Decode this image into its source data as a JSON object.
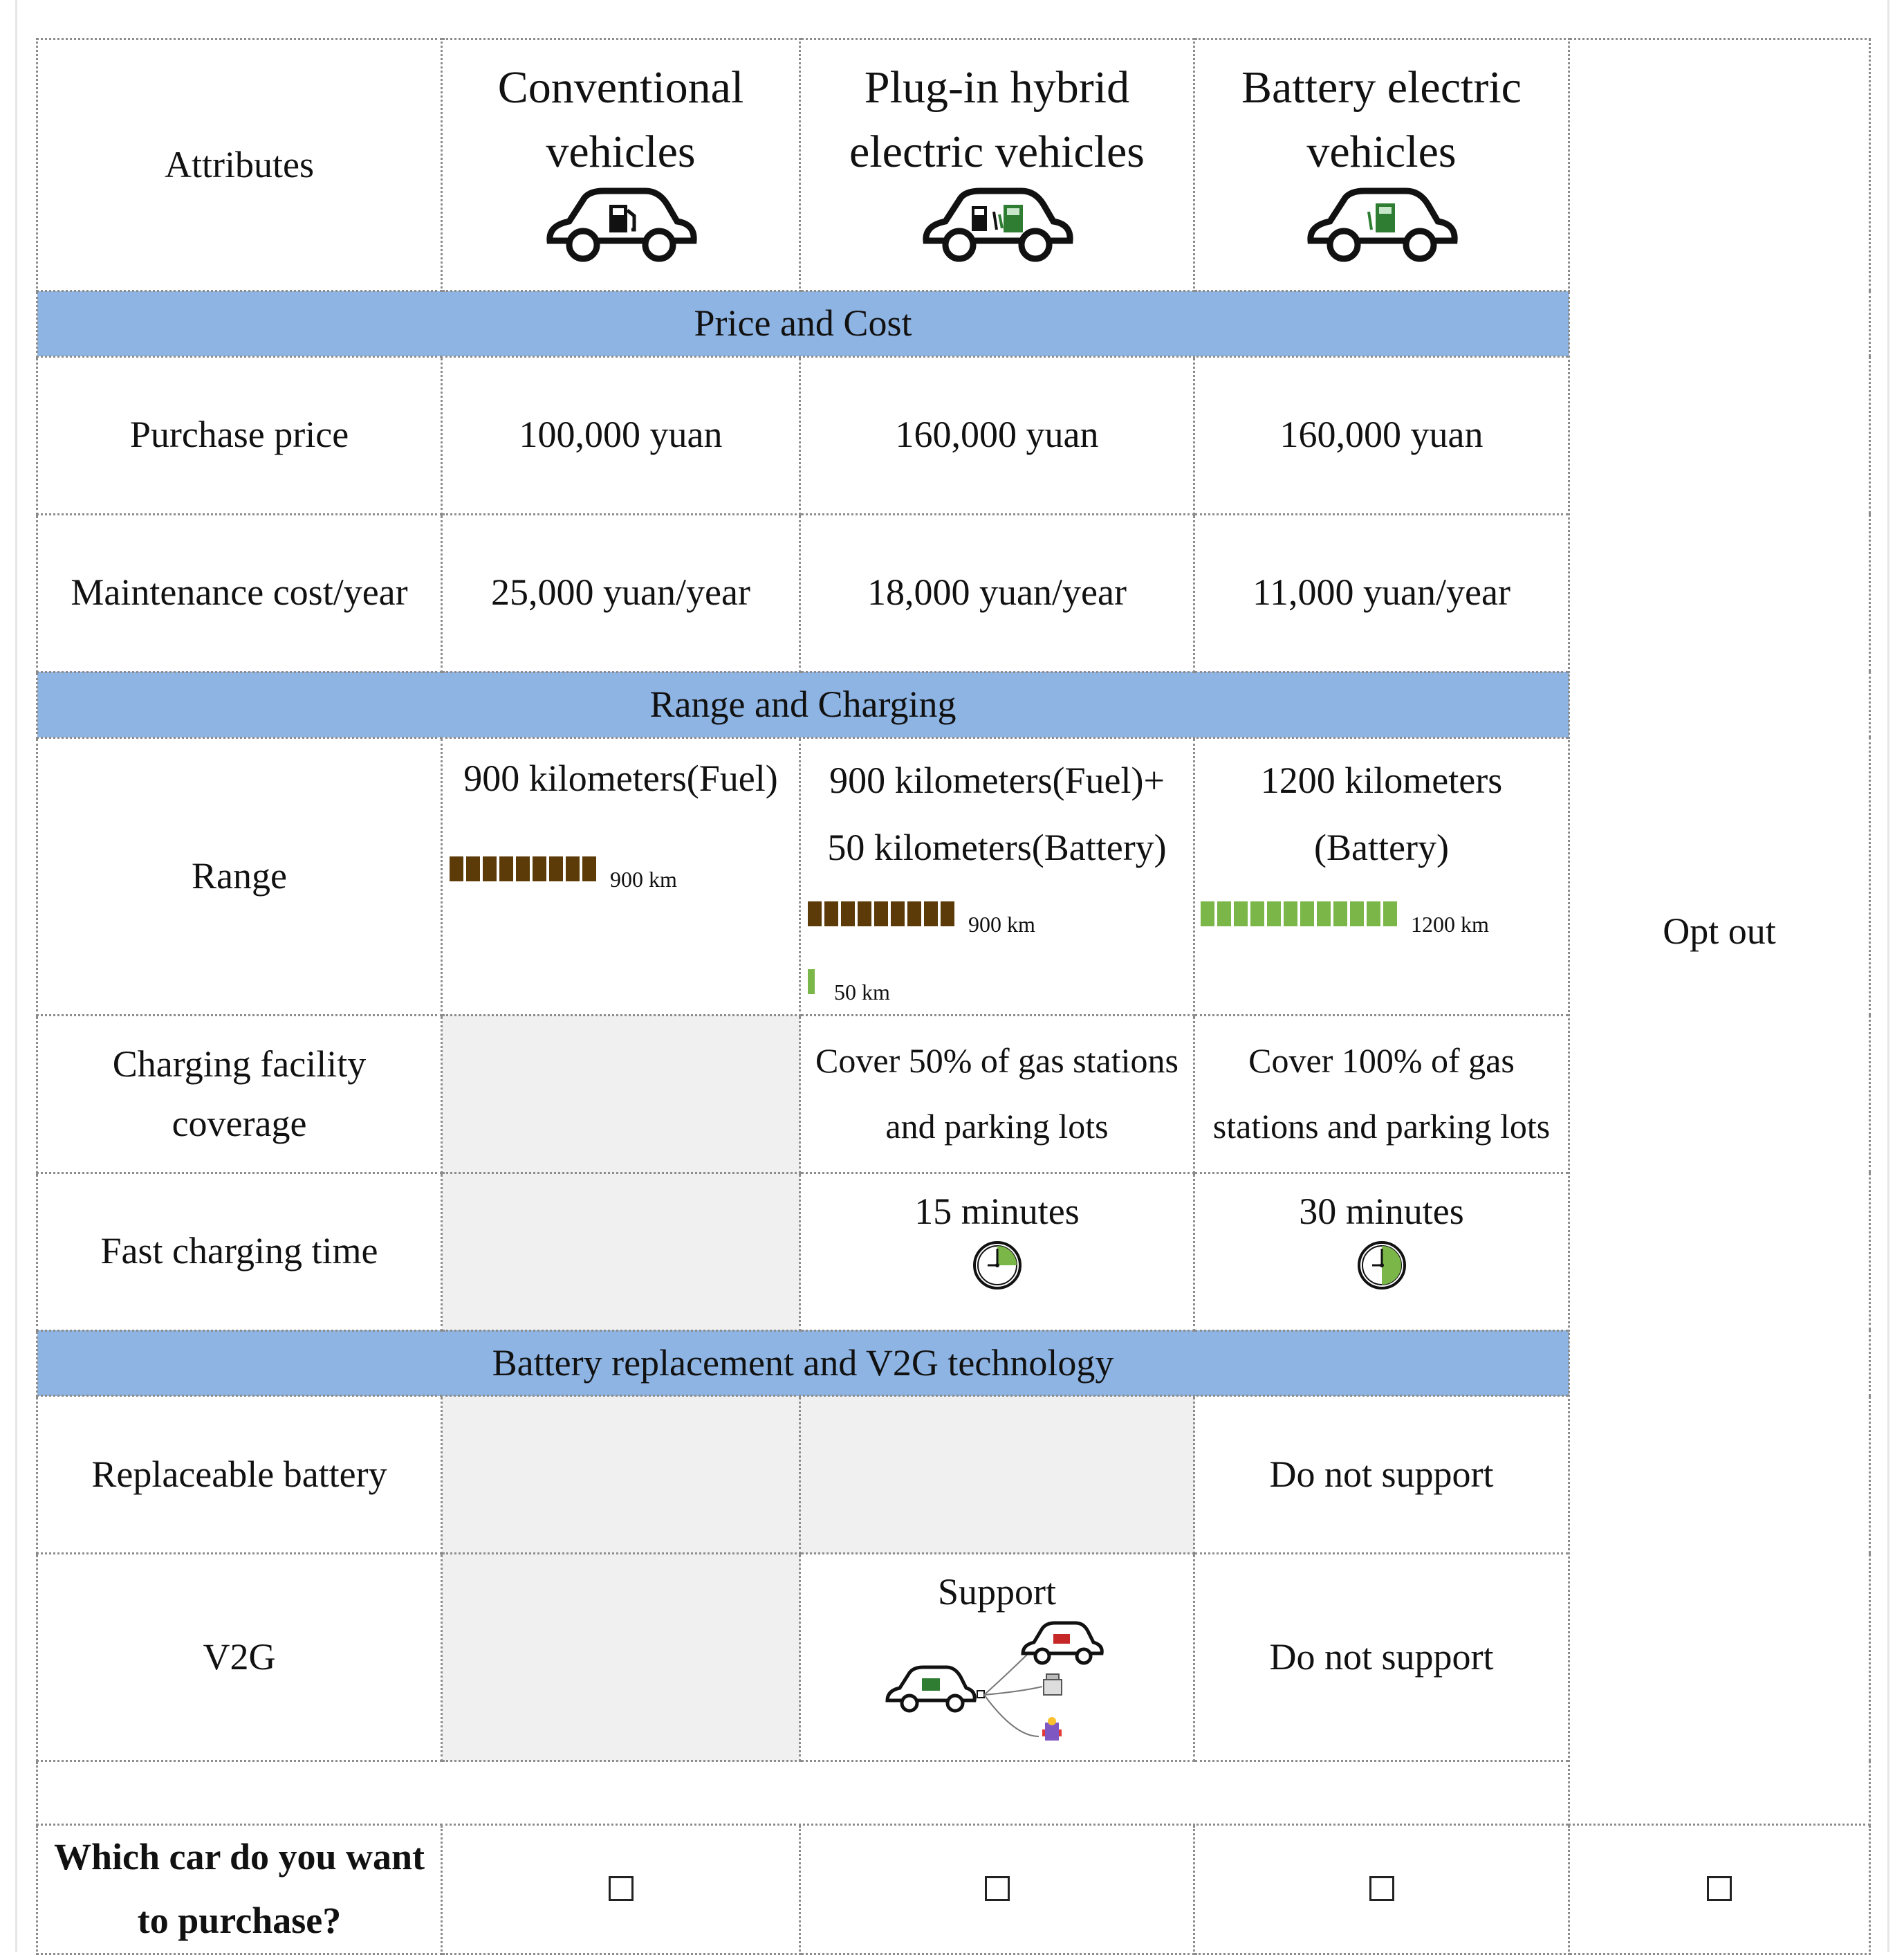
{
  "header": {
    "attributes_label": "Attributes",
    "columns": [
      {
        "line1": "Conventional",
        "line2": "vehicles",
        "icon": "car-fuel-pump-icon"
      },
      {
        "line1": "Plug-in hybrid",
        "line2": "electric vehicles",
        "icon": "car-fuel-and-charger-icon"
      },
      {
        "line1": "Battery electric",
        "line2": "vehicles",
        "icon": "car-charger-icon"
      }
    ]
  },
  "sections": {
    "price_cost": "Price and Cost",
    "range_charging": "Range and Charging",
    "battery_v2g": "Battery replacement and V2G technology"
  },
  "rows": {
    "purchase_price": {
      "label": "Purchase price",
      "values": [
        "100,000 yuan",
        "160,000 yuan",
        "160,000 yuan"
      ]
    },
    "maintenance": {
      "label": "Maintenance cost/year",
      "values": [
        "25,000 yuan/year",
        "18,000 yuan/year",
        "11,000 yuan/year"
      ]
    },
    "range": {
      "label": "Range",
      "conventional": {
        "text": "900 kilometers(Fuel)",
        "fuel_km": 900,
        "fuel_bar_label": "900 km"
      },
      "phev": {
        "line1": "900 kilometers(Fuel)+",
        "line2": "50 kilometers(Battery)",
        "fuel_km": 900,
        "fuel_bar_label": "900 km",
        "battery_km": 50,
        "battery_bar_label": "50 km"
      },
      "bev": {
        "line1": "1200 kilometers",
        "line2": "(Battery)",
        "battery_km": 1200,
        "battery_bar_label": "1200 km"
      }
    },
    "charging_coverage": {
      "label_line1": "Charging facility",
      "label_line2": "coverage",
      "phev": {
        "line1": "Cover 50% of gas stations",
        "line2": "and parking lots"
      },
      "bev": {
        "line1": "Cover 100% of gas",
        "line2": "stations and parking lots"
      }
    },
    "fast_charging": {
      "label": "Fast charging time",
      "phev": {
        "text": "15 minutes",
        "minutes": 15
      },
      "bev": {
        "text": "30 minutes",
        "minutes": 30
      }
    },
    "replaceable_battery": {
      "label": "Replaceable battery",
      "bev": "Do not support"
    },
    "v2g": {
      "label": "V2G",
      "phev": "Support",
      "bev": "Do not support"
    }
  },
  "opt_out": "Opt out",
  "question": {
    "line1": "Which car do you want",
    "line2": "to purchase?"
  },
  "colors": {
    "section_bg": "#8eb4e3",
    "fuel_bar": "#5c3b08",
    "battery_bar": "#7ab648",
    "unavailable_bg": "#f0f0f0"
  }
}
